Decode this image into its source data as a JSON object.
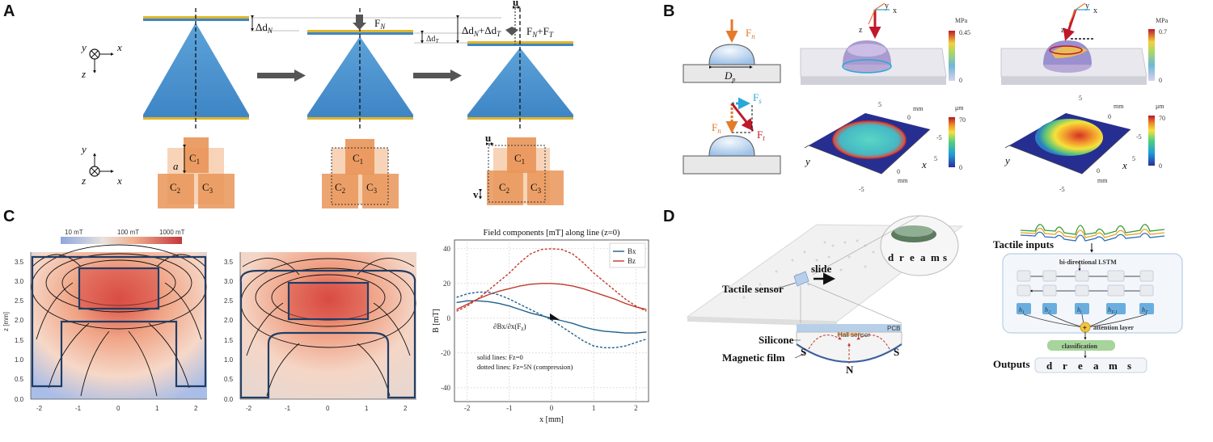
{
  "panels": {
    "a": {
      "letter": "A",
      "dN": "Δd",
      "dN_sub": "N",
      "FN": "F",
      "FN_sub": "N",
      "dT": "Δd",
      "dT_sub": "T",
      "dN_plus_dT": "Δd",
      "dN_plus_dT_sub": "N",
      "dN_plus_dT_rest": "+Δd",
      "dN_plus_dT_sub2": "T",
      "u": "u",
      "FNT": "F",
      "FNT_sub": "N",
      "FNT_rest": "+F",
      "FNT_sub2": "T",
      "axis_y": "y",
      "axis_x": "x",
      "axis_z": "z",
      "a": "a",
      "v": "v",
      "C1": "C",
      "C2": "C",
      "C3": "C",
      "sub1": "1",
      "sub2": "2",
      "sub3": "3"
    },
    "b": {
      "letter": "B",
      "Fn": "F",
      "Fn_sub": "n",
      "Fs": "F",
      "Fs_sub": "s",
      "Ft": "F",
      "Ft_sub": "t",
      "Dp": "D",
      "Dp_sub": "p",
      "unit_mpa": "MPa",
      "unit_um": "μm",
      "cb1_max": "0.45",
      "cb1_min": "0",
      "cb2_max": "0.7",
      "cb2_min": "0",
      "cb3_max": "70",
      "cb3_min": "0",
      "cb4_max": "70",
      "cb4_min": "0",
      "axis_x": "x",
      "axis_y": "y",
      "axis_z": "z",
      "tick_5": "5",
      "tick_0": "0",
      "tick_m5": "-5",
      "mm": "mm"
    },
    "c": {
      "letter": "C",
      "colorbar_labels": [
        "10 mT",
        "100 mT",
        "1000 mT"
      ],
      "map_ylabel": "z [mm]",
      "map_yticks": [
        "3.5",
        "3.0",
        "2.5",
        "2.0",
        "1.5",
        "1.0",
        "0.5",
        "0.0"
      ],
      "map_xticks": [
        "-2",
        "-1",
        "0",
        "1",
        "2"
      ]
    },
    "d": {
      "letter": "D",
      "slide": "slide",
      "tactile_sensor": "Tactile sensor",
      "silicone": "Silicone",
      "magnetic_film": "Magnetic film",
      "pcb": "PCB",
      "hall_sensor": "Hall sensor",
      "s": "S",
      "n": "N",
      "word_letters": [
        "d",
        "r",
        "e",
        "a",
        "m",
        "s"
      ],
      "tactile_inputs": "Tactile inputs",
      "bilstm": "bi-directional LSTM",
      "attention": "attention layer",
      "classification": "classification",
      "outputs": "Outputs",
      "h_labels": [
        "h",
        "h",
        "h",
        "h",
        "h"
      ],
      "h_subs": [
        "1",
        "2",
        "i",
        "T-1",
        "T"
      ]
    }
  },
  "chart_data": {
    "type": "line",
    "title": "Field components [mT] along line (z=0)",
    "xlabel": "x [mm]",
    "ylabel": "B [mT]",
    "xlim": [
      -2.3,
      2.3
    ],
    "ylim": [
      -48,
      45
    ],
    "xticks": [
      -2,
      -1,
      0,
      1,
      2
    ],
    "yticks": [
      40,
      20,
      0,
      -20,
      -40
    ],
    "grid": true,
    "legend_position": "top-right",
    "x": [
      -2.25,
      -2.0,
      -1.75,
      -1.5,
      -1.25,
      -1.0,
      -0.75,
      -0.5,
      -0.25,
      0.0,
      0.25,
      0.5,
      0.75,
      1.0,
      1.25,
      1.5,
      1.75,
      2.0,
      2.25
    ],
    "series": [
      {
        "name": "Bx",
        "style": "solid",
        "color": "#1f5f8b",
        "values": [
          9,
          10,
          10,
          9.5,
          8.5,
          7,
          5,
          3,
          1.5,
          0,
          -1.5,
          -3,
          -5,
          -6.5,
          -7.5,
          -8,
          -8.5,
          -8.5,
          -8
        ]
      },
      {
        "name": "Bz",
        "style": "solid",
        "color": "#c0392b",
        "values": [
          5,
          8,
          11,
          13.5,
          15.5,
          17,
          18.5,
          19.5,
          20,
          20,
          19.5,
          18.5,
          17,
          15,
          13,
          11,
          8.5,
          6.5,
          5
        ]
      },
      {
        "name": "Bx (Fz=5N)",
        "style": "dashed",
        "color": "#1f5f8b",
        "values": [
          12,
          14,
          15,
          15,
          13.5,
          11,
          8,
          5,
          2,
          -1,
          -5,
          -9,
          -13,
          -16,
          -17,
          -17,
          -16,
          -14,
          -12
        ]
      },
      {
        "name": "Bz (Fz=5N)",
        "style": "dashed",
        "color": "#c0392b",
        "values": [
          4,
          7,
          11,
          16,
          21,
          26,
          32,
          37,
          39.5,
          40,
          39.5,
          37,
          32,
          26,
          21,
          16,
          11,
          7,
          4
        ]
      }
    ],
    "annotations": [
      "∂Bx/∂x(F",
      "z",
      ")",
      "solid lines: Fz=0",
      "dotted lines: Fz=5N (compression)"
    ]
  }
}
